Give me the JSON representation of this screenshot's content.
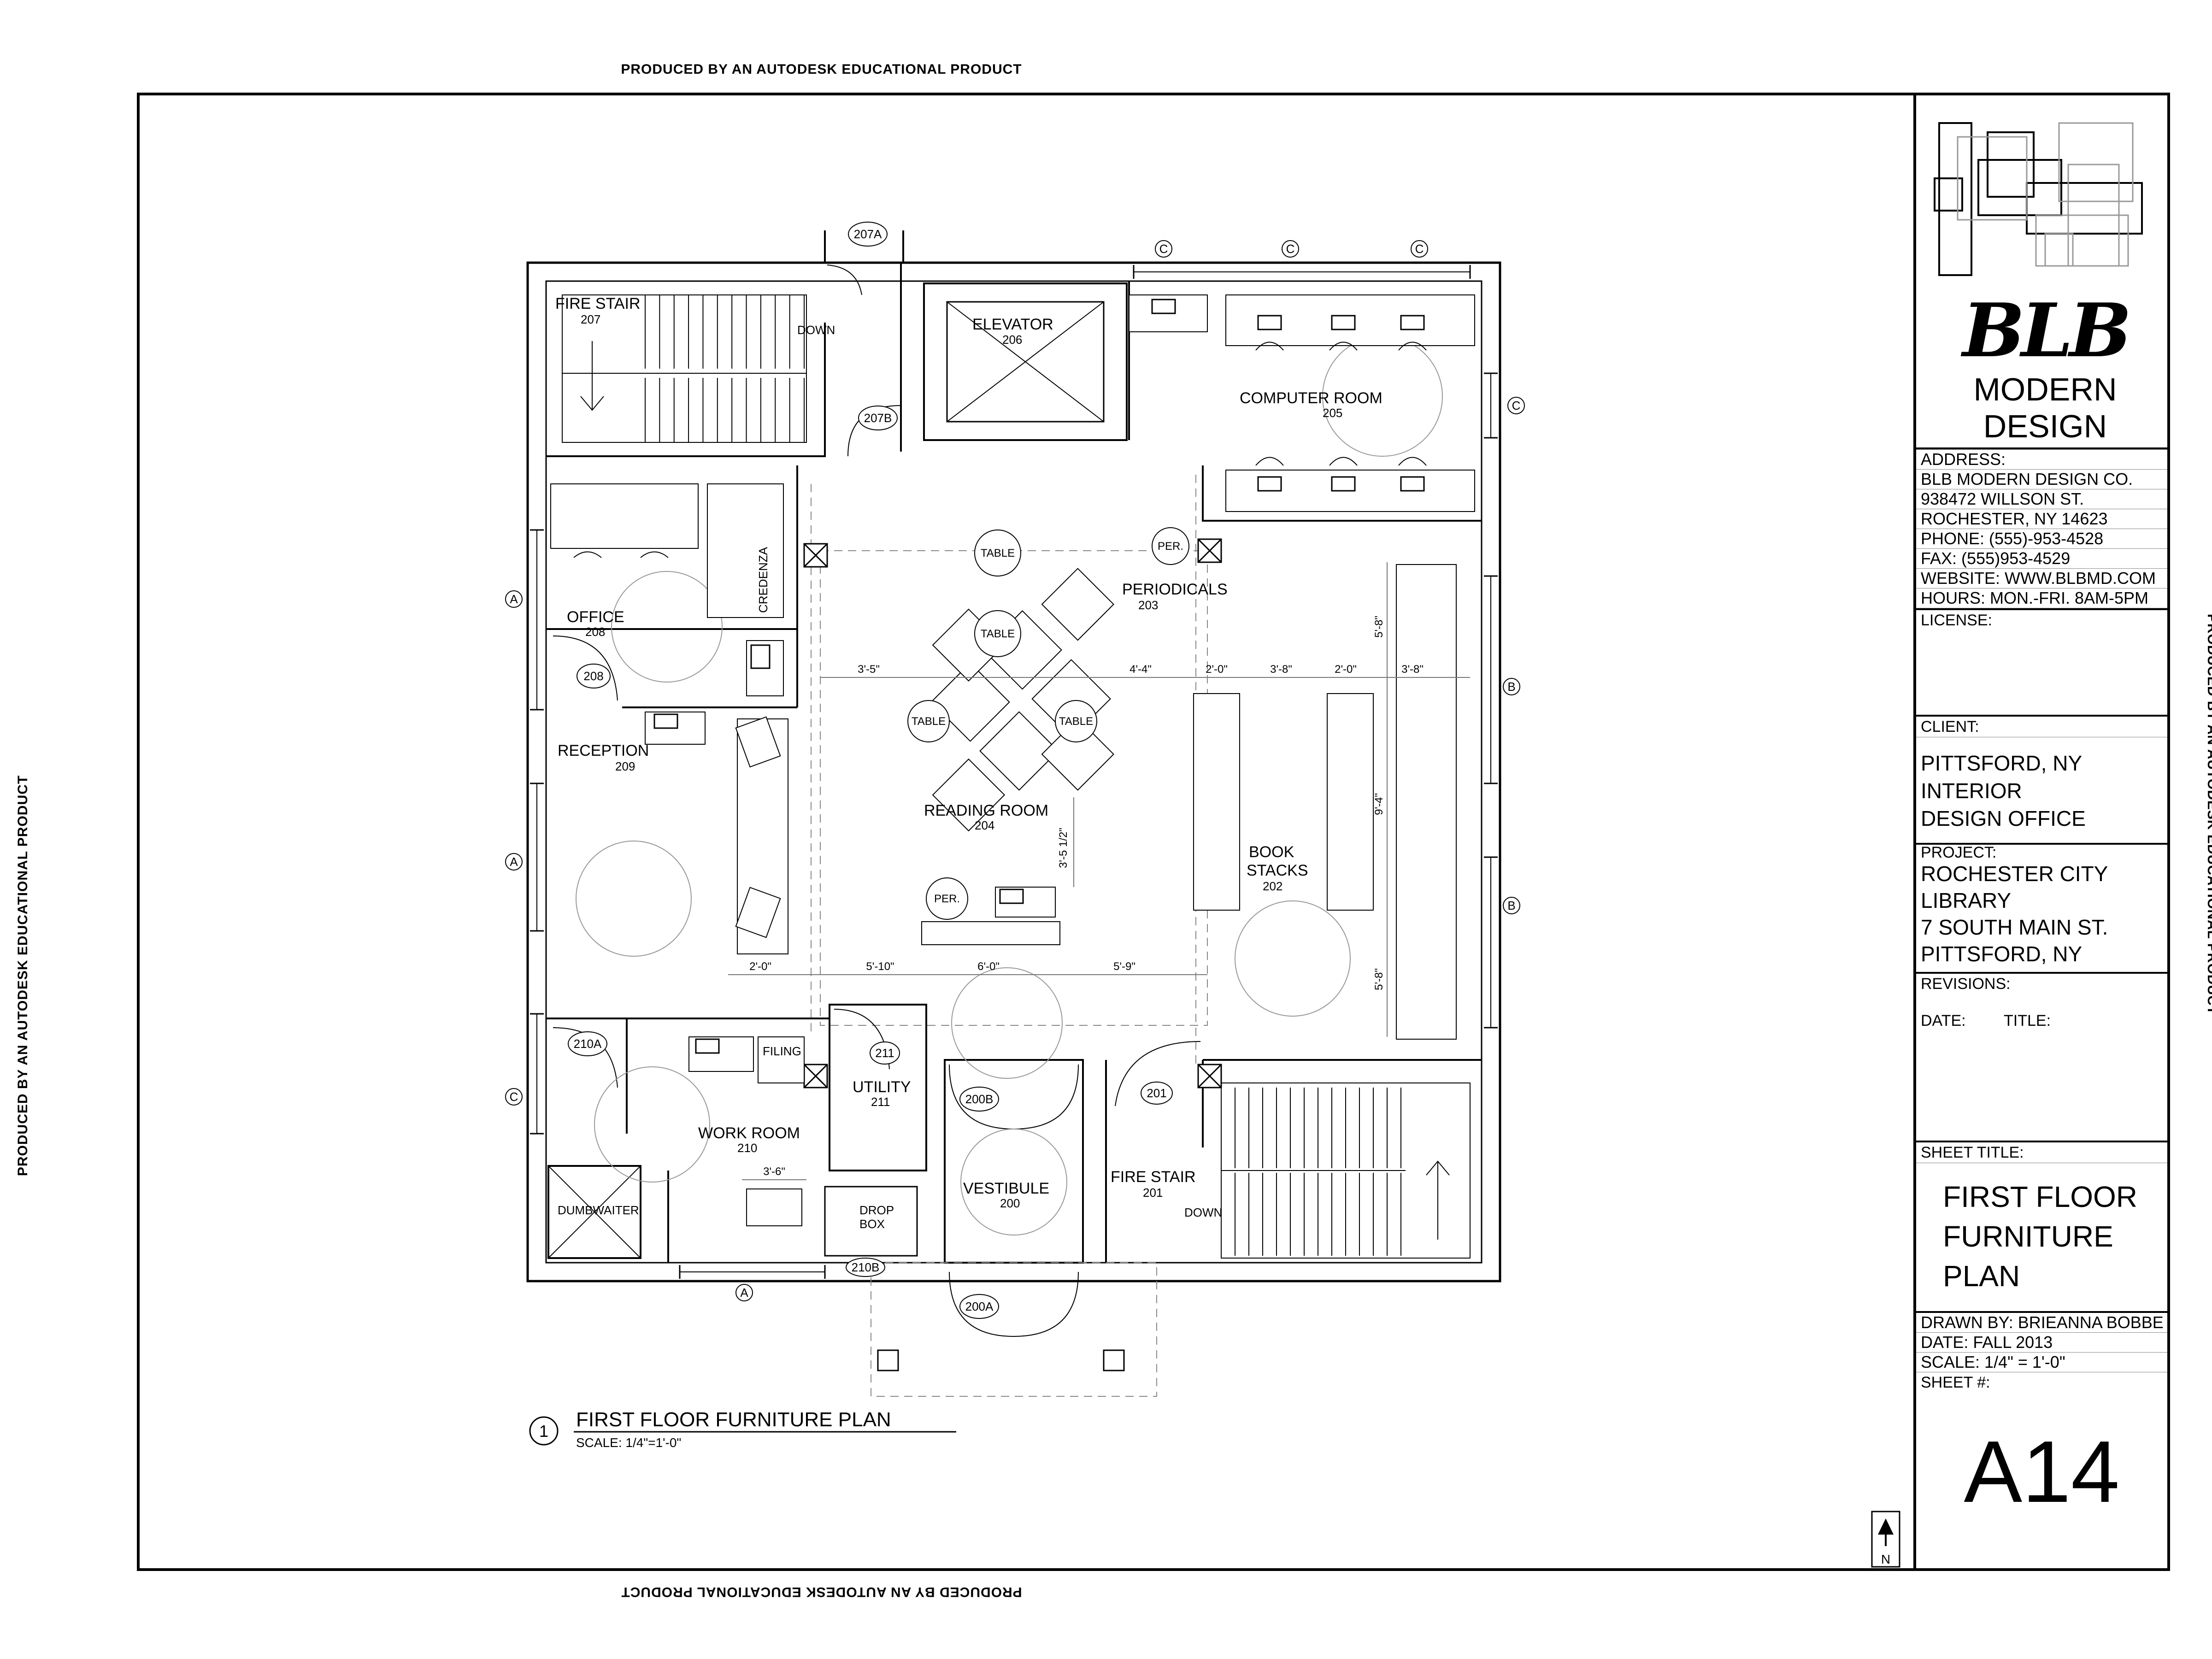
{
  "stamp_text": "PRODUCED BY AN AUTODESK EDUCATIONAL PRODUCT",
  "rooms": {
    "fire_stair_207": {
      "name": "FIRE STAIR",
      "number": "207"
    },
    "down_207": "DOWN",
    "elevator": {
      "name": "ELEVATOR",
      "number": "206"
    },
    "computer_room": {
      "name": "COMPUTER ROOM",
      "number": "205"
    },
    "office": {
      "name": "OFFICE",
      "number": "208"
    },
    "credenza": "CREDENZA",
    "periodicals": {
      "name": "PERIODICALS",
      "number": "203"
    },
    "reception": {
      "name": "RECEPTION",
      "number": "209"
    },
    "reading_room": {
      "name": "READING ROOM",
      "number": "204"
    },
    "book_stacks": {
      "name_line1": "BOOK",
      "name_line2": "STACKS",
      "number": "202"
    },
    "utility": {
      "name": "UTILITY",
      "number": "211"
    },
    "work_room": {
      "name": "WORK ROOM",
      "number": "210"
    },
    "filing": "FILING",
    "dumbwaiter": "DUMBWAITER",
    "drop_box": {
      "line1": "DROP",
      "line2": "BOX"
    },
    "vestibule": {
      "name": "VESTIBULE",
      "number": "200"
    },
    "fire_stair_201": {
      "name": "FIRE STAIR",
      "number": "201"
    },
    "down_201": "DOWN"
  },
  "doors": [
    "207A",
    "207B",
    "208",
    "210A",
    "211",
    "200B",
    "201",
    "210B",
    "200A"
  ],
  "furniture_labels": {
    "table": "TABLE",
    "per": "PER."
  },
  "section_markers": [
    "A",
    "B",
    "C"
  ],
  "dimensions": {
    "h_row1": [
      "3'-5\"",
      "4'-4\"",
      "2'-0\"",
      "3'-8\"",
      "2'-0\"",
      "3'-8\""
    ],
    "h_row2": [
      "2'-0\"",
      "5'-10\"",
      "6'-0\"",
      "5'-9\""
    ],
    "v_right": [
      "5'-8\"",
      "9'-4\"",
      "5'-8\""
    ],
    "v_reading": "3'-5 1/2\"",
    "work_room": "3'-6\""
  },
  "drawing_title": {
    "number": "1",
    "title": "FIRST FLOOR FURNITURE PLAN",
    "scale": "SCALE: 1/4\"=1'-0\""
  },
  "north": "N",
  "title_block": {
    "brand_script": "BLB",
    "brand_line1": "MODERN",
    "brand_line2": "DESIGN",
    "address_lines": [
      "ADDRESS:",
      "BLB MODERN DESIGN CO.",
      "938472 WILLSON ST.",
      "ROCHESTER, NY 14623",
      "PHONE: (555)-953-4528",
      "FAX: (555)953-4529",
      "WEBSITE: WWW.BLBMD.COM",
      "HOURS: MON.-FRI. 8AM-5PM"
    ],
    "license_label": "LICENSE:",
    "client_label": "CLIENT:",
    "client_lines": [
      "PITTSFORD, NY",
      "INTERIOR",
      "DESIGN OFFICE"
    ],
    "project_label": "PROJECT:",
    "project_lines": [
      "ROCHESTER CITY",
      "LIBRARY",
      "7 SOUTH MAIN ST.",
      "PITTSFORD, NY"
    ],
    "revisions_label": "REVISIONS:",
    "date_col": "DATE:",
    "title_col": "TITLE:",
    "sheet_title_label": "SHEET TITLE:",
    "sheet_title_lines": [
      "FIRST FLOOR",
      "FURNITURE",
      "PLAN"
    ],
    "drawn_by": "DRAWN BY: BRIEANNA BOBBE",
    "date": "DATE: FALL 2013",
    "scale": "SCALE: 1/4\" = 1'-0\"",
    "sheet_num_label": "SHEET #:",
    "sheet_number": "A14"
  }
}
